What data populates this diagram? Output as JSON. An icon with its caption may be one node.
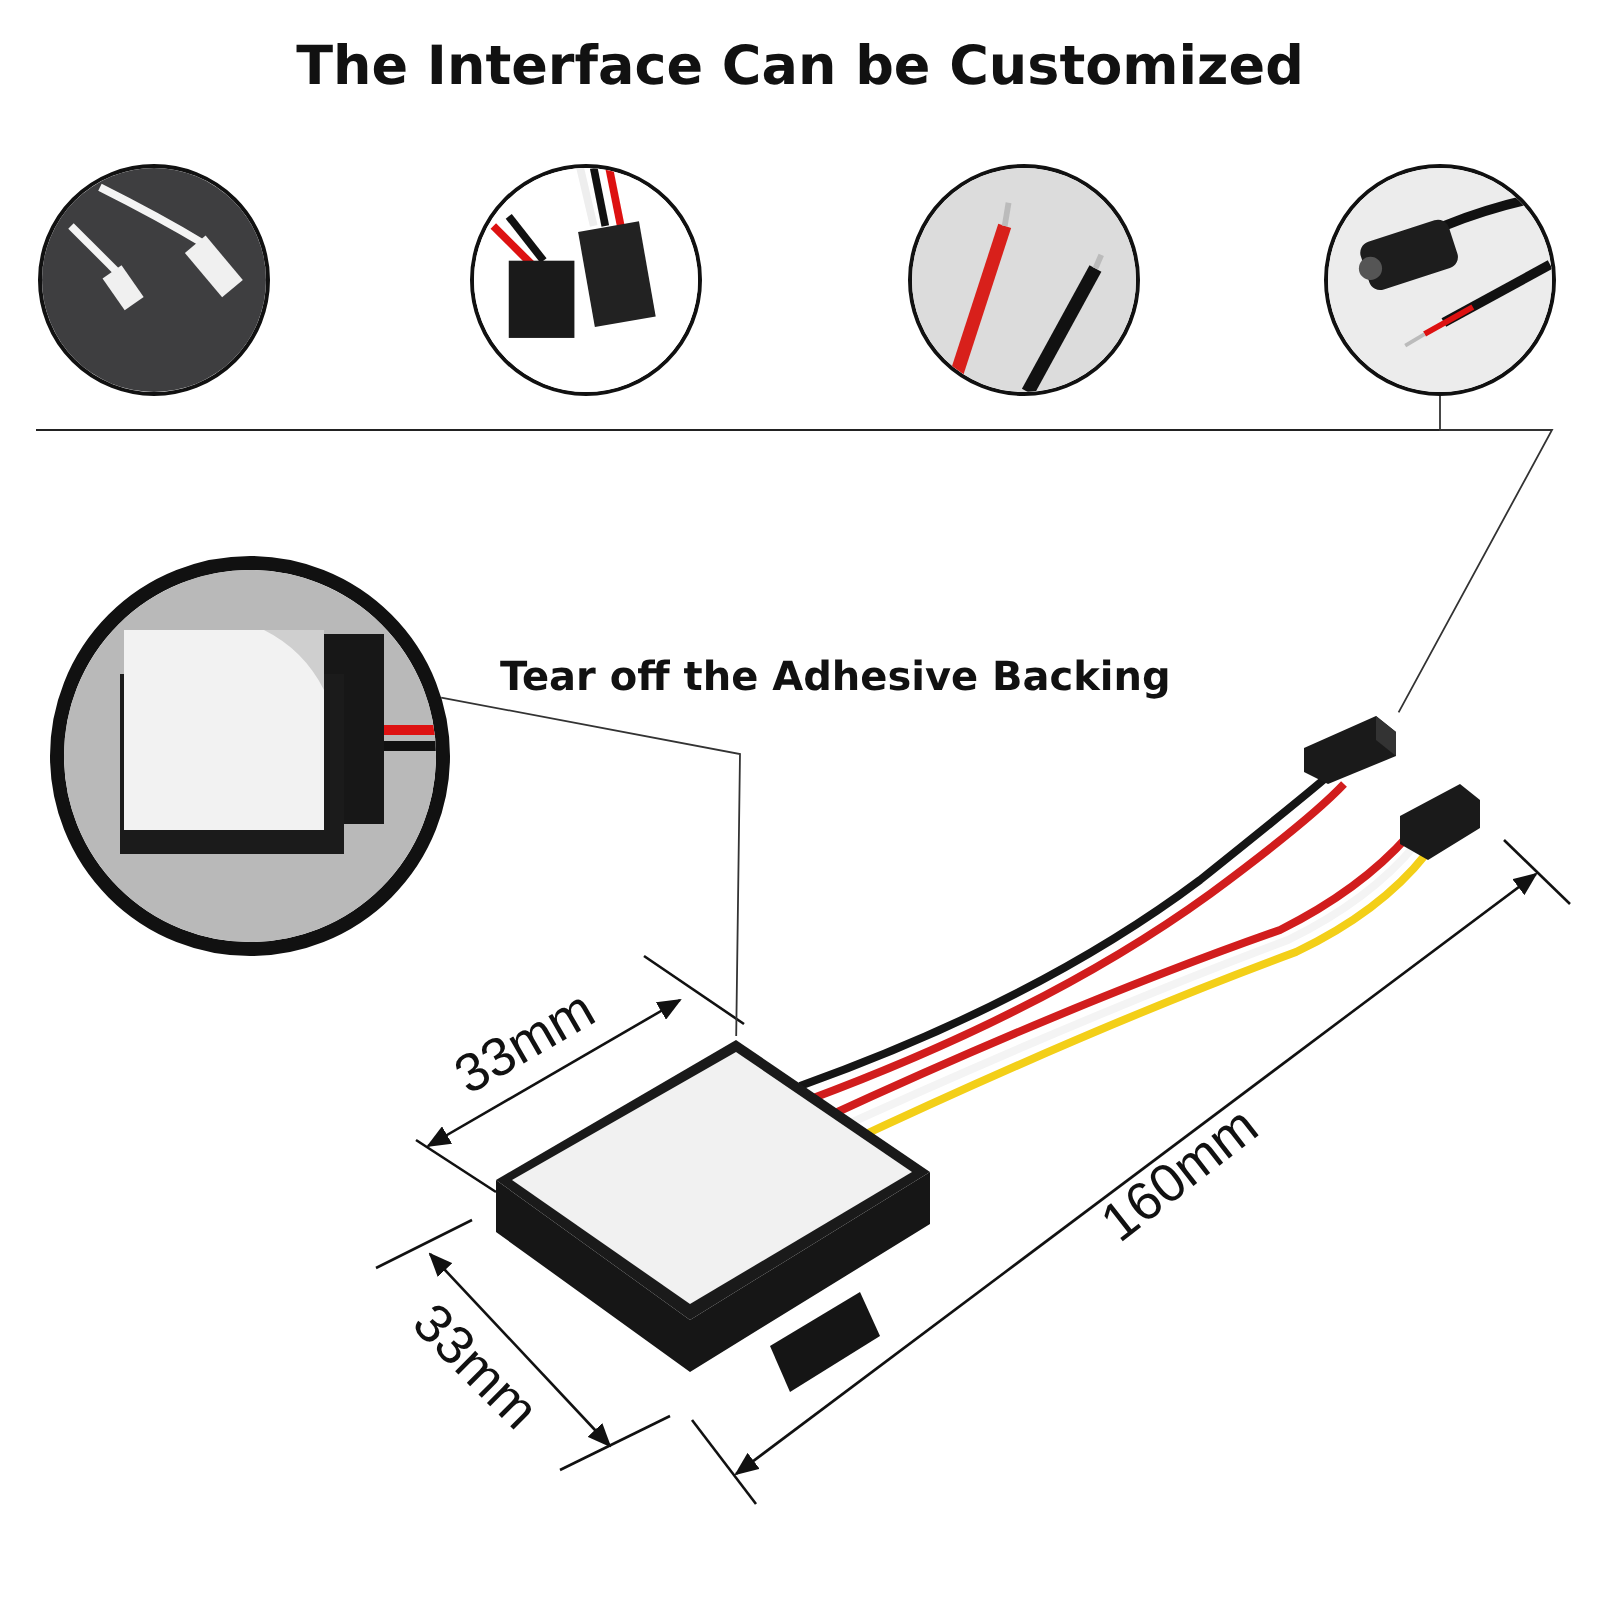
{
  "diagram": {
    "title": "The Interface Can be Customized",
    "nodes": [
      {
        "text": [],
        "shape": "picture"
      },
      {
        "text": [],
        "shape": "picture"
      },
      {
        "text": [],
        "shape": "picture"
      },
      {
        "text": [],
        "shape": "picture"
      },
      {
        "text": [],
        "shape": "picture"
      },
      {
        "text": [],
        "shape": "picture"
      },
      {
        "text": [],
        "shape": "picture"
      }
    ],
    "edges": [
      {
        "from": 3,
        "to": 6,
        "arrow": "none"
      },
      {
        "from": 4,
        "to": 5,
        "arrow": "none"
      }
    ],
    "labels": [
      "Tear off the Adhesive Backing",
      "33mm",
      "33mm",
      "160mm"
    ]
  }
}
